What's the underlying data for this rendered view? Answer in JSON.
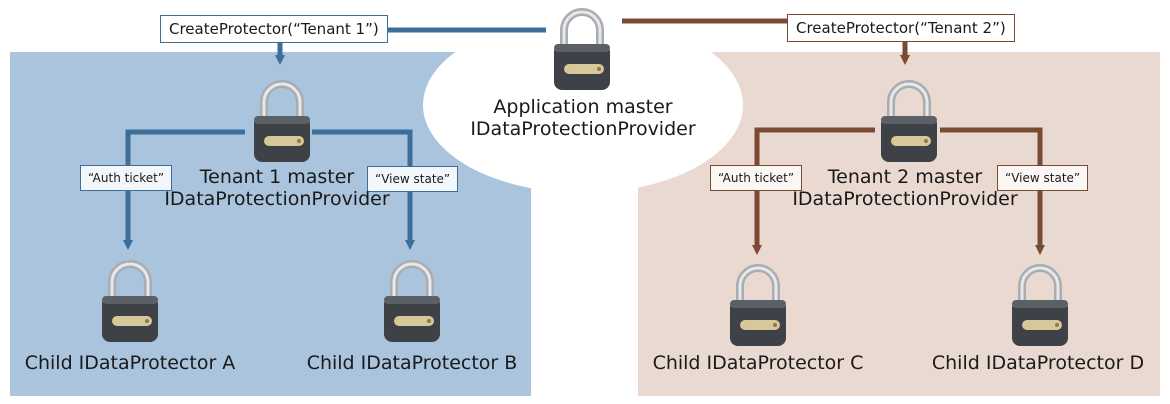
{
  "colors": {
    "blue_panel": "#a9c4dc",
    "brown_panel": "#ead9d1",
    "blue_arrow": "#3b6e99",
    "brown_arrow": "#7a4a35"
  },
  "icons": {
    "lock": "padlock-icon"
  },
  "app": {
    "line1": "Application master",
    "line2": "IDataProtectionProvider"
  },
  "tenant1": {
    "create_label": "CreateProtector(“Tenant 1”)",
    "line1": "Tenant 1 master",
    "line2": "IDataProtectionProvider",
    "purpose_left": "“Auth ticket”",
    "purpose_right": "“View state”",
    "child_left": "Child IDataProtector A",
    "child_right": "Child IDataProtector B"
  },
  "tenant2": {
    "create_label": "CreateProtector(“Tenant 2”)",
    "line1": "Tenant 2 master",
    "line2": "IDataProtectionProvider",
    "purpose_left": "“Auth ticket”",
    "purpose_right": "“View state”",
    "child_left": "Child IDataProtector C",
    "child_right": "Child IDataProtector D"
  }
}
